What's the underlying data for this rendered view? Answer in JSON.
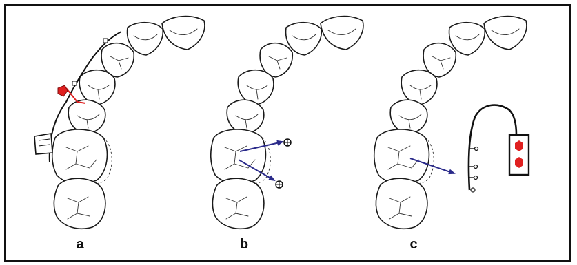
{
  "panels": [
    {
      "label": "a"
    },
    {
      "label": "b"
    },
    {
      "label": "c"
    }
  ],
  "colors": {
    "outline": "#1a1a1a",
    "red_element": "#e02020",
    "blue_arrow": "#2a2a8a",
    "wire": "#111111"
  },
  "icons": {
    "panel_a": [
      "tooth-arch",
      "orthodontic-wire",
      "red-attachment",
      "molar-band"
    ],
    "panel_b": [
      "tooth-arch",
      "blue-force-arrow",
      "mini-screw"
    ],
    "panel_c": [
      "tooth-arch",
      "blue-force-arrow",
      "plate-appliance",
      "red-screw"
    ]
  }
}
